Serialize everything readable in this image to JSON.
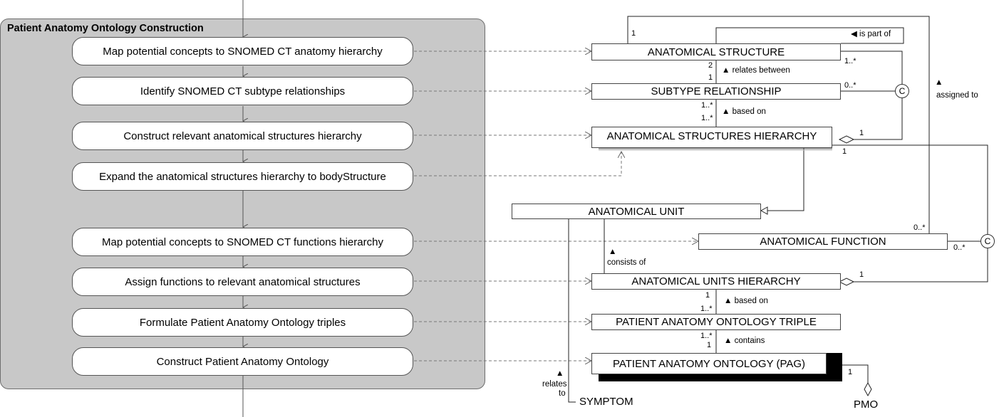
{
  "group": {
    "title": "Patient Anatomy Ontology Construction"
  },
  "steps": [
    {
      "label": "Map potential concepts to SNOMED CT anatomy hierarchy"
    },
    {
      "label": "Identify SNOMED CT subtype relationships"
    },
    {
      "label": "Construct relevant anatomical structures hierarchy"
    },
    {
      "label": "Expand the anatomical structures hierarchy to bodyStructure"
    },
    {
      "label": "Map potential concepts to SNOMED CT functions hierarchy"
    },
    {
      "label": "Assign functions to relevant anatomical structures"
    },
    {
      "label": "Formulate Patient Anatomy Ontology triples"
    },
    {
      "label": "Construct Patient Anatomy Ontology"
    }
  ],
  "classes": {
    "anatomical_structure": "ANATOMICAL STRUCTURE",
    "subtype_relationship": "SUBTYPE RELATIONSHIP",
    "anatomical_structures_hierarchy": "ANATOMICAL STRUCTURES HIERARCHY",
    "anatomical_unit": "ANATOMICAL UNIT",
    "anatomical_function": "ANATOMICAL FUNCTION",
    "anatomical_units_hierarchy": "ANATOMICAL UNITS HIERARCHY",
    "pao_triple": "PATIENT ANATOMY ONTOLOGY TRIPLE",
    "pao": "PATIENT ANATOMY ONTOLOGY (PAG)"
  },
  "external": {
    "symptom": "SYMPTOM",
    "pmo": "PMO"
  },
  "assoc_labels": {
    "is_part_of": "◀ is part of",
    "relates_between": "▲  relates between",
    "based_on_1": "▲  based on",
    "assigned_to_arrow": "▲",
    "assigned_to": "assigned to",
    "consists_of_arrow": "▲",
    "consists_of": "consists of",
    "based_on_2": "▲  based on",
    "contains": "▲  contains",
    "relates_to_arrow": "▲",
    "relates_to_1": "relates",
    "relates_to_2": "to"
  },
  "multiplicities": {
    "m1": "1",
    "m2": "1..*",
    "m3": "2",
    "m4": "1",
    "m5": "0..*",
    "m6": "1..*",
    "m7": "1..*",
    "m8": "1",
    "m9": "1",
    "m10": "0..*",
    "m11": "0..*",
    "m12": "1",
    "m13": "1",
    "m14": "1..*",
    "m15": "1..*",
    "m16": "1",
    "m17": "1"
  },
  "constraint_nodes": {
    "c1": "C",
    "c2": "C"
  }
}
